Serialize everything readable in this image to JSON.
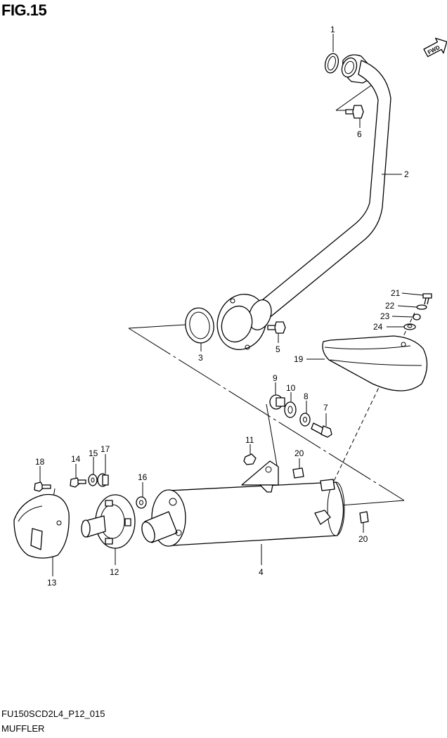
{
  "figure": {
    "title": "FIG.15",
    "code": "FU150SCD2L4_P12_015",
    "name": "MUFFLER",
    "fwd_label": "FWD"
  },
  "callouts": [
    "1",
    "2",
    "3",
    "4",
    "5",
    "6",
    "7",
    "8",
    "9",
    "10",
    "11",
    "12",
    "13",
    "14",
    "15",
    "16",
    "17",
    "18",
    "19",
    "20",
    "20",
    "21",
    "22",
    "23",
    "24"
  ]
}
